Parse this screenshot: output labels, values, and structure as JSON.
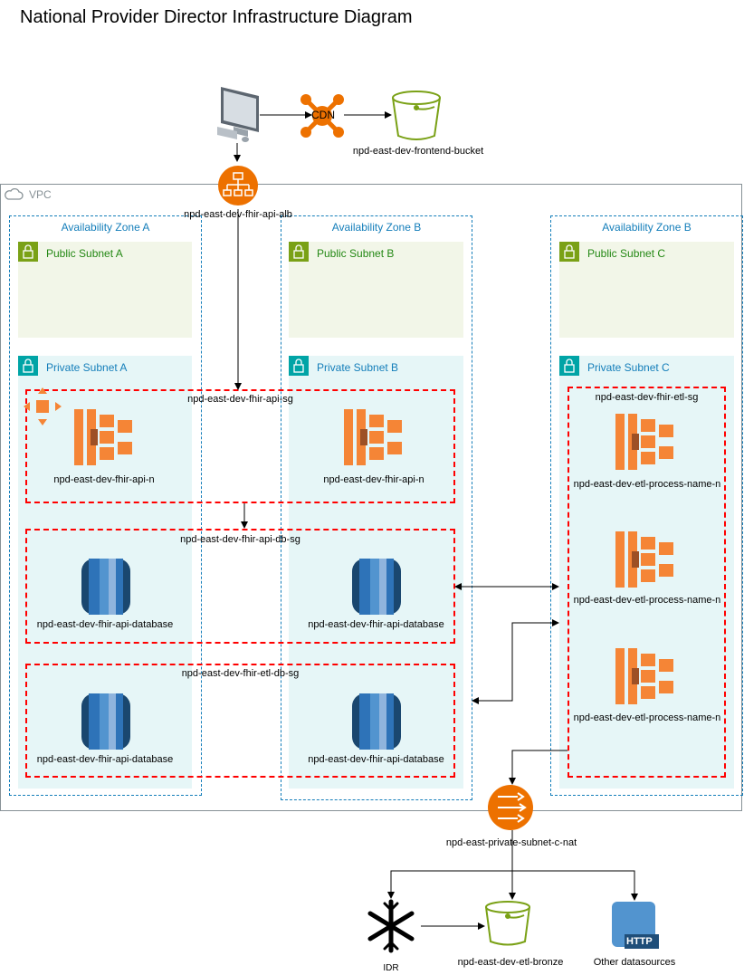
{
  "title": "National Provider Director Infrastructure Diagram",
  "cdn": "CDN",
  "frontend_bucket": "npd-east-dev-frontend-bucket",
  "alb": "npd-east-dev-fhir-api-alb",
  "vpc": "VPC",
  "zones": [
    {
      "label": "Availability Zone A",
      "public": "Public Subnet A",
      "private": "Private Subnet A"
    },
    {
      "label": "Availability Zone B",
      "public": "Public Subnet B",
      "private": "Private Subnet B"
    },
    {
      "label": "Availability Zone B",
      "public": "Public Subnet C",
      "private": "Private Subnet C"
    }
  ],
  "security_groups": {
    "api": "npd-east-dev-fhir-api-sg",
    "api_db": "npd-east-dev-fhir-api-db-sg",
    "etl_db": "npd-east-dev-fhir-etl-db-sg",
    "etl": "npd-east-dev-fhir-etl-sg"
  },
  "api_service": "npd-east-dev-fhir-api-n",
  "database": "npd-east-dev-fhir-api-database",
  "etl_process": "npd-east-dev-etl-process-name-n",
  "nat": "npd-east-private-subnet-c-nat",
  "idr": "IDR",
  "bronze_bucket": "npd-east-dev-etl-bronze",
  "other_sources": "Other datasources",
  "http_badge": "HTTP",
  "colors": {
    "aws_orange": "#ED7100",
    "ecs_orange": "#F58536",
    "bucket_green": "#7AA116",
    "db_blue": "#2E73B8",
    "sg_red": "#FF0000",
    "az_blue": "#147EBA",
    "public_bg": "#F2F6E8",
    "private_bg": "#E6F6F7"
  }
}
